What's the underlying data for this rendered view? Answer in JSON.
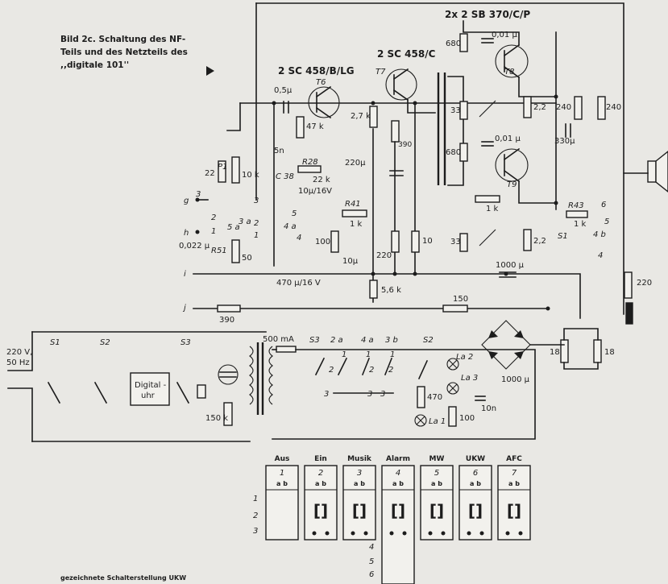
{
  "caption": {
    "line1": "Bild 2c. Schaltung des NF-",
    "line2": "Teils und des Netzteils des",
    "line3": ",,digitale 101''"
  },
  "transistors": {
    "t6_type": "2 SC 458/B/LG",
    "t7_type": "2 SC 458/C",
    "t8t9_type": "2x 2 SB 370/C/P",
    "t6": "T6",
    "t7": "T7",
    "t8": "T8",
    "t9": "T9"
  },
  "components": {
    "c_05u": "0,5µ",
    "r_47k": "47 k",
    "r_27k": "2,7 k",
    "r_390a": "390",
    "c_220u": "220µ",
    "r_680a": "680",
    "c_001a": "0,01 µ",
    "r_33a": "33",
    "r_22a": "2,2",
    "r_240a": "240",
    "r_240b": "240",
    "c_330u": "330µ",
    "c_5n": "5n",
    "r_22k_a": "22 k",
    "p1": "P1",
    "p1_val": "10 k",
    "r28": "R28",
    "r28_val": "22 k",
    "c38": "C 38",
    "c38_val": "10µ/16V",
    "r41": "R41",
    "r41_val": "1 k",
    "r_100a": "100",
    "c_10u": "10µ",
    "r_220a": "220",
    "r_10": "10",
    "r_680b": "680",
    "c_001b": "0,01 µ",
    "r_1k": "1 k",
    "r43": "R43",
    "r43_val": "1 k",
    "r_33b": "33",
    "r_22b": "2,2",
    "c_1000a": "1000 µ",
    "r_220b": "220",
    "c_0022": "0,022 µ",
    "r51": "R51",
    "r51_val": "50",
    "c_470u": "470 µ/16 V",
    "r_56k": "5,6 k",
    "r_150": "150",
    "r_390b": "390",
    "fuse": "500 mA",
    "r_18a": "18",
    "r_18b": "18",
    "c_1000b": "1000 µ",
    "r_150k": "150 k",
    "r_470": "470",
    "r_100b": "100",
    "c_10n": "10n",
    "la1": "La 1",
    "la2": "La 2",
    "la3": "La 3",
    "mains": "220 V,",
    "mains_hz": "50 Hz",
    "clock_1": "Digital -",
    "clock_2": "uhr"
  },
  "terminals": {
    "g": "g",
    "h": "h",
    "i": "i",
    "j": "j",
    "n3a": "3",
    "n2a": "2",
    "n1a": "1",
    "n3b": "3",
    "n2b": "2",
    "n1b": "1",
    "n5": "5",
    "n4": "4",
    "n6": "6",
    "n5b": "5",
    "n4b": "4",
    "s5a": "5 a",
    "s3a": "3 a",
    "s4a": "4 a",
    "s4b": "4 b",
    "s1": "S1"
  },
  "switch_labels": {
    "s1": "S1",
    "s2": "S2",
    "s3": "S3",
    "b_s3": "S3",
    "b_2a": "2 a",
    "b_4a": "4 a",
    "b_3b": "3 b",
    "b_s2": "S2",
    "one": "1",
    "two": "2",
    "three": "3"
  },
  "switch_table": {
    "columns": [
      {
        "name": "Aus",
        "num": "1"
      },
      {
        "name": "Ein",
        "num": "2"
      },
      {
        "name": "Musik",
        "num": "3"
      },
      {
        "name": "Alarm",
        "num": "4"
      },
      {
        "name": "MW",
        "num": "5"
      },
      {
        "name": "UKW",
        "num": "6"
      },
      {
        "name": "AFC",
        "num": "7"
      }
    ],
    "ab": "a   b",
    "rows": [
      "1",
      "2",
      "3",
      "4",
      "5",
      "6"
    ]
  },
  "footnote": "gezeichnete Schalterstellung UKW"
}
